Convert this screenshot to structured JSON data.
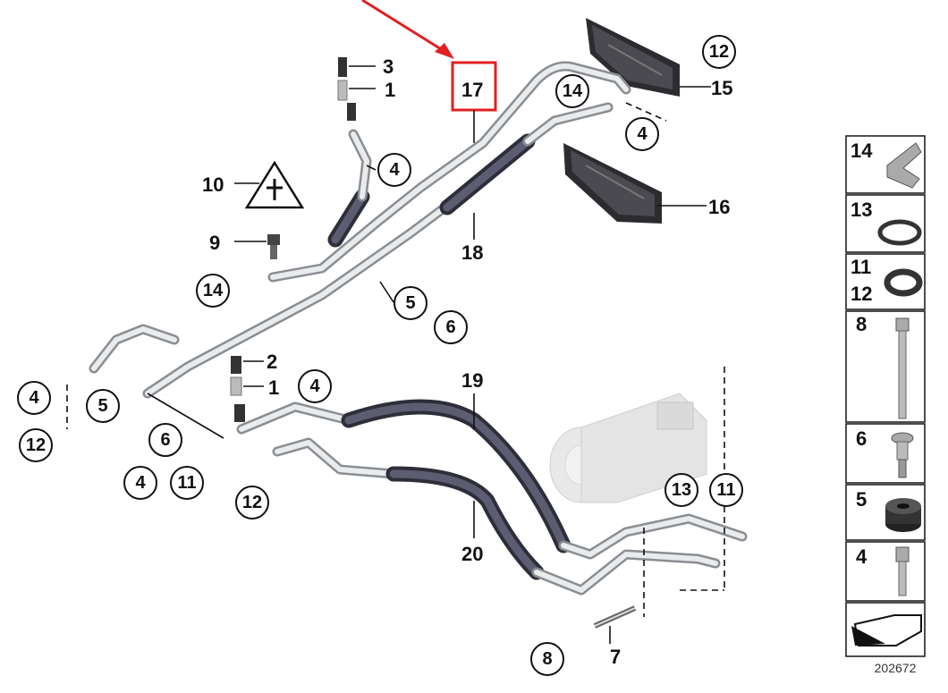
{
  "callouts": {
    "c17": "17",
    "c18": "18",
    "c19": "19",
    "c20": "20",
    "c3": "3",
    "c1a": "1",
    "c1b": "1",
    "c2": "2",
    "c10": "10",
    "c9": "9",
    "c16": "16",
    "c15": "15",
    "c7": "7",
    "cc12a": "12",
    "cc14a": "14",
    "cc4a": "4",
    "cc4b": "4",
    "cc14b": "14",
    "cc5a": "5",
    "cc6a": "6",
    "cc4c": "4",
    "cc5b": "5",
    "cc12b": "12",
    "cc6b": "6",
    "cc4d": "4",
    "cc4e": "4",
    "cc11a": "11",
    "cc12c": "12",
    "cc13": "13",
    "cc11b": "11",
    "cc8": "8"
  },
  "legend": {
    "items": [
      "14",
      "13",
      "11",
      "12",
      "8",
      "6",
      "5",
      "4"
    ]
  },
  "caption": "202672",
  "colors": {
    "highlight": "#e02020",
    "arrow": "#e02020"
  }
}
